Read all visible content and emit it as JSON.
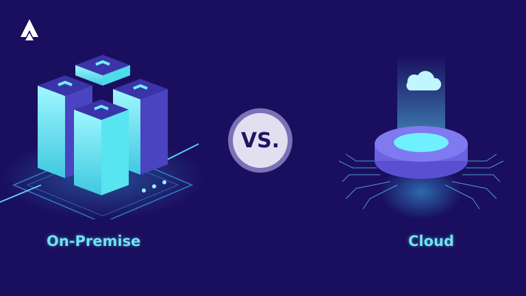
{
  "branding": {
    "logo_icon": "triangle-a-logo"
  },
  "comparison": {
    "separator": "VS.",
    "left": {
      "label": "On-Premise",
      "icon": "server-racks-illustration"
    },
    "right": {
      "label": "Cloud",
      "icon": "cloud-platform-illustration"
    }
  },
  "colors": {
    "background": "#1a0e5e",
    "accent": "#6fe3ef",
    "vs_ring": "#7a72b5",
    "vs_fill": "#e2e0f0",
    "vs_text": "#1e1660"
  }
}
